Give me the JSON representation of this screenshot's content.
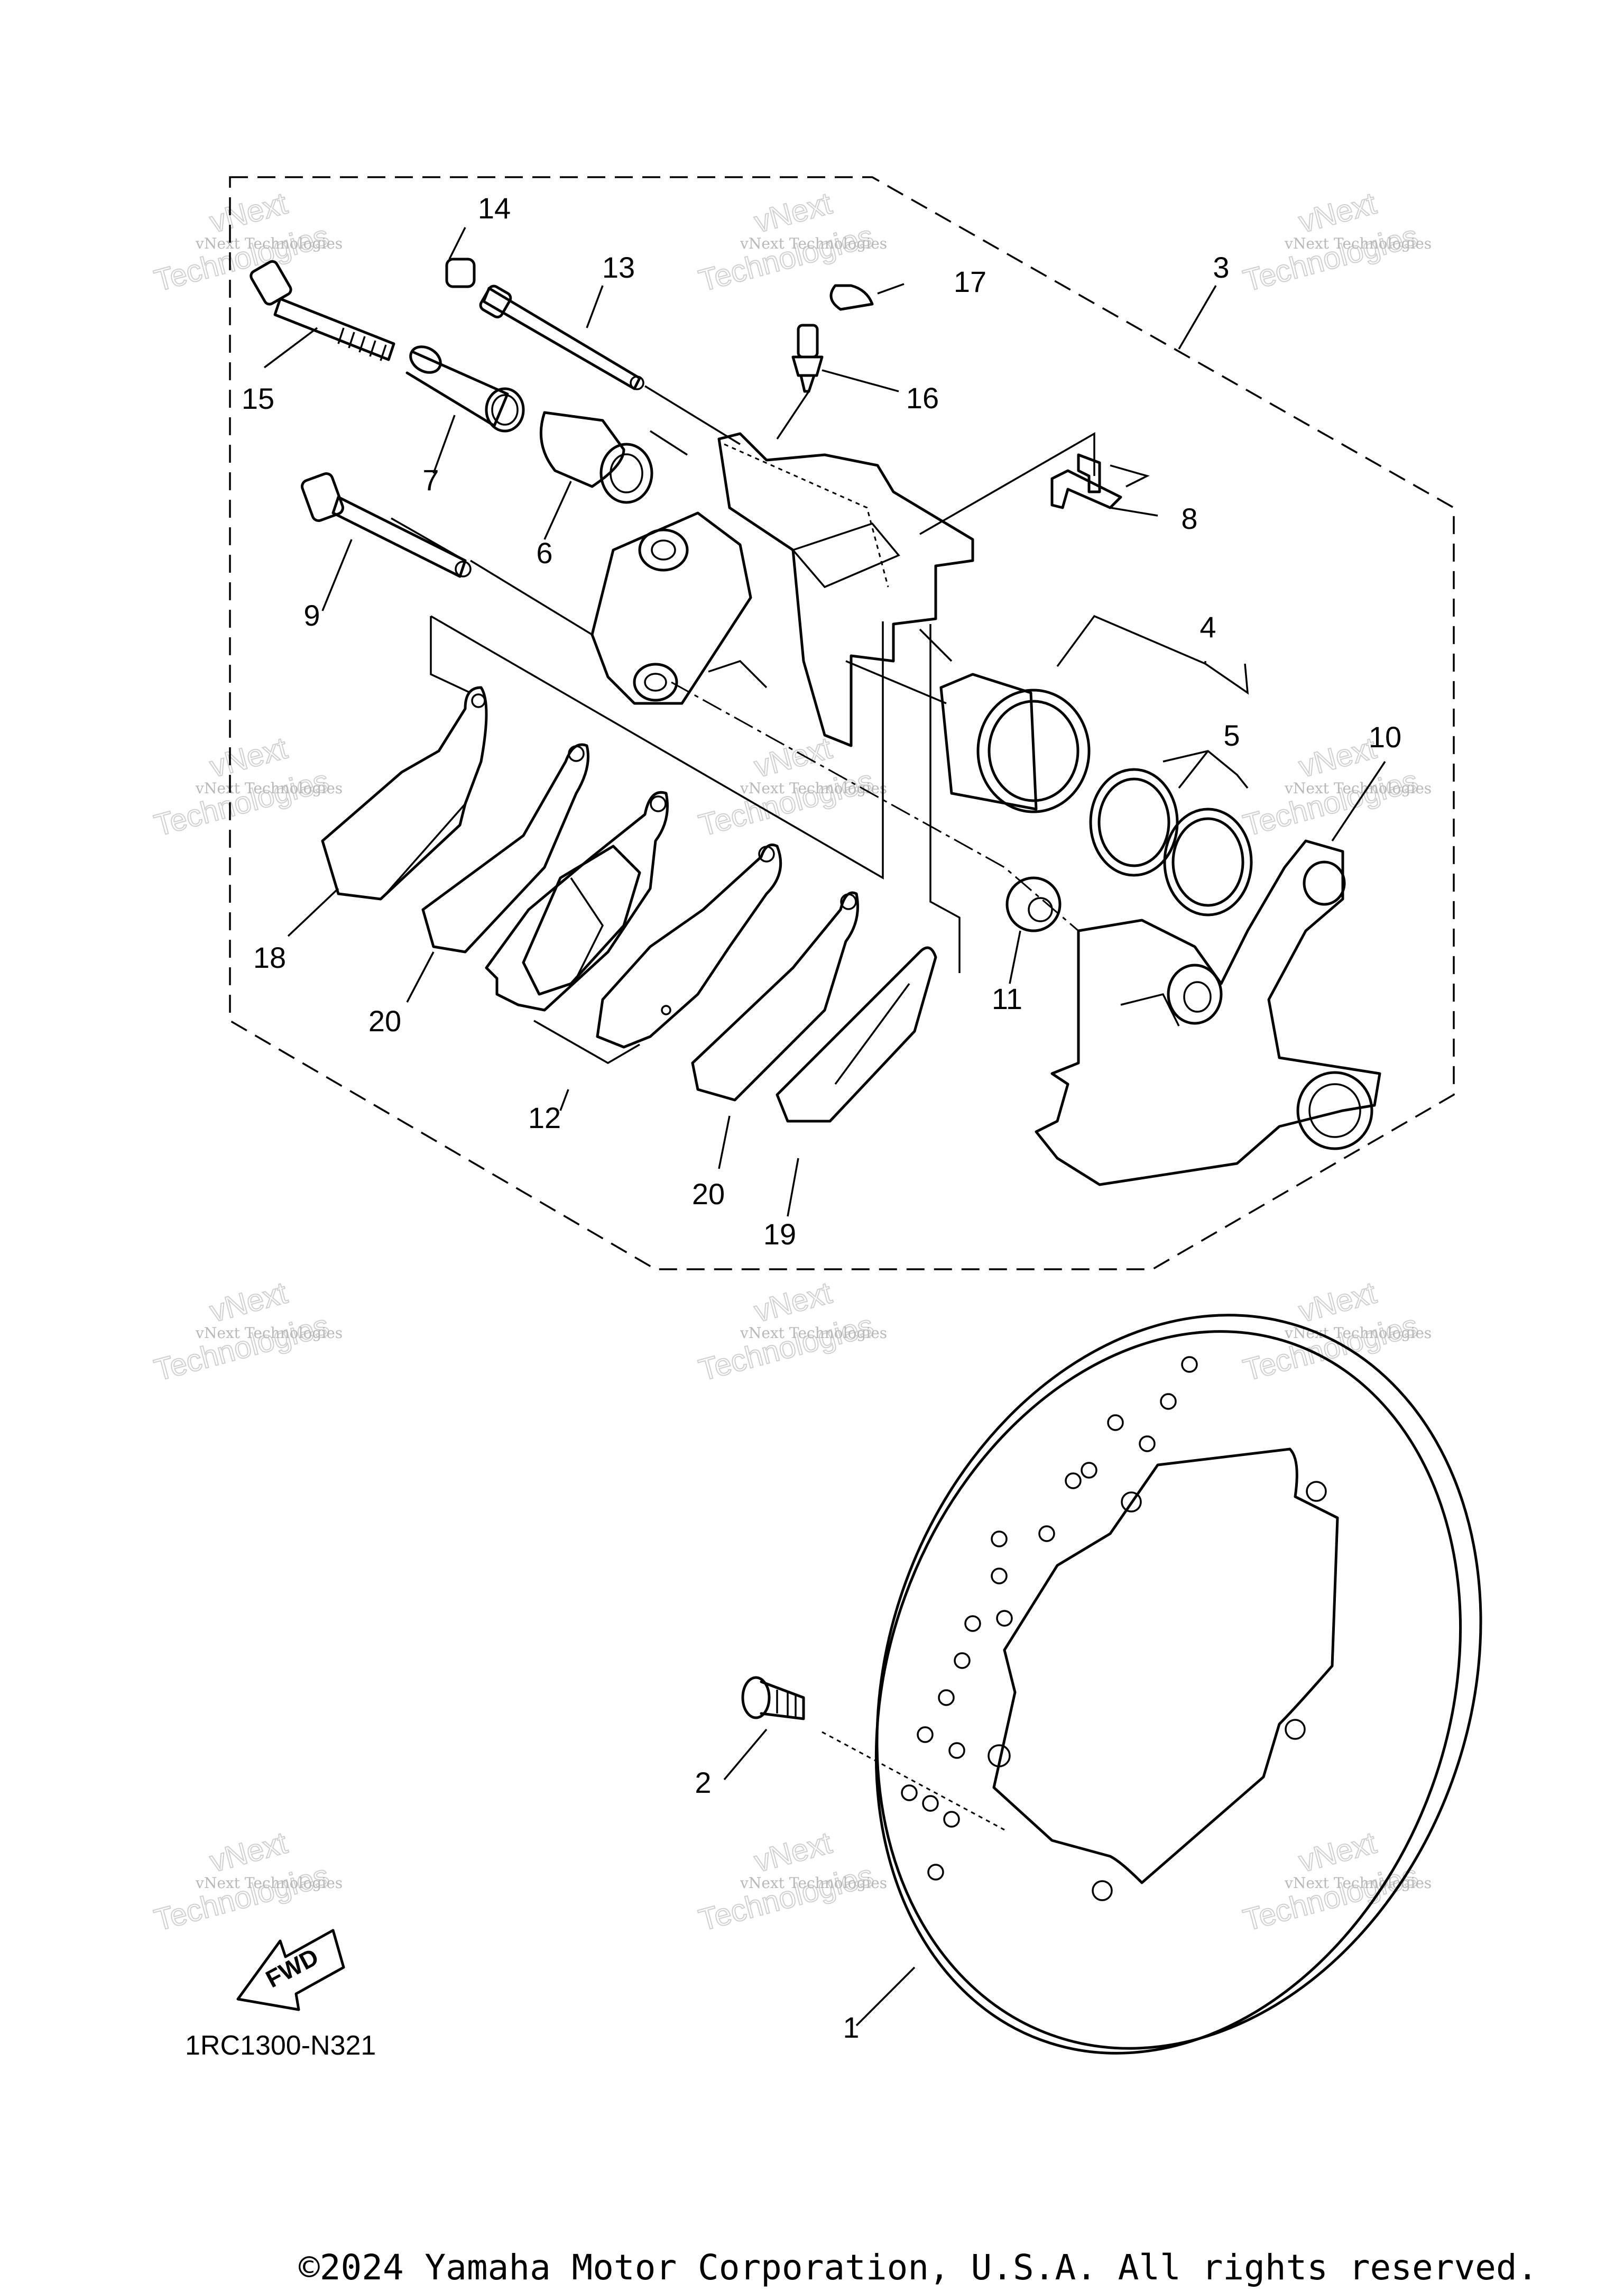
{
  "callouts": {
    "c1": "1",
    "c2": "2",
    "c3": "3",
    "c4": "4",
    "c5": "5",
    "c6": "6",
    "c7": "7",
    "c8": "8",
    "c9": "9",
    "c10": "10",
    "c11": "11",
    "c12": "12",
    "c13": "13",
    "c14": "14",
    "c15": "15",
    "c16": "16",
    "c17": "17",
    "c18": "18",
    "c19": "19",
    "c20a": "20",
    "c20b": "20"
  },
  "diagram_code": "1RC1300-N321",
  "fwd_label": "FWD",
  "copyright": "©2024 Yamaha Motor Corporation, U.S.A. All rights reserved.",
  "watermark": {
    "line1": "vNext Technologies",
    "line2": "vNext",
    "line3": "Technologies"
  }
}
